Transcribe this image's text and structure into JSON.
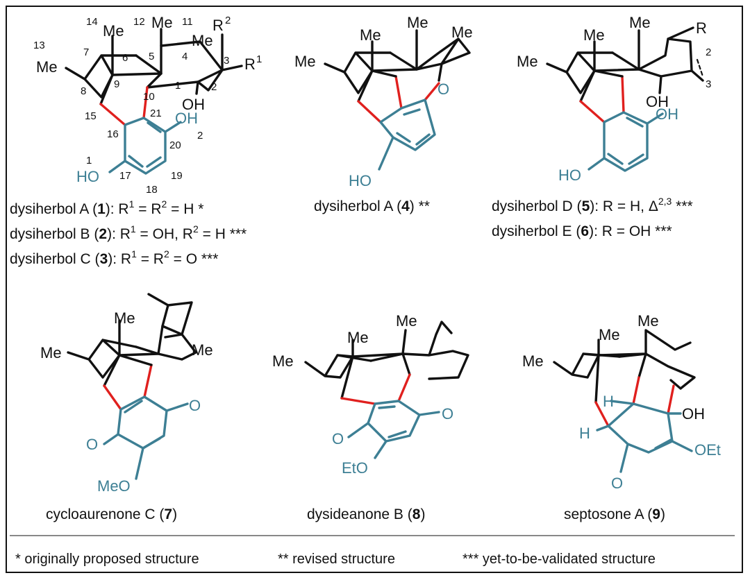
{
  "colors": {
    "bond": "#111111",
    "new_bond": "#e0201e",
    "aromatic_ring": "#3d7f94",
    "divider": "#888888"
  },
  "atoms": {
    "Me": "Me",
    "OH": "OH",
    "HO": "HO",
    "O": "O",
    "MeO": "MeO",
    "EtO": "EtO",
    "OEt": "OEt",
    "H": "H",
    "R": "R",
    "R1": "R",
    "R2": "R",
    "sup1": "1",
    "sup2": "2"
  },
  "numbering": [
    "14",
    "12",
    "11",
    "13",
    "7",
    "6",
    "5",
    "4",
    "3",
    "8",
    "9",
    "10",
    "1",
    "2",
    "15",
    "21",
    "16",
    "20",
    "2",
    "1",
    "17",
    "19",
    "18",
    "3",
    "2"
  ],
  "captions": {
    "c1": {
      "name": "dysiherbol A (",
      "num": "1",
      "rest": "): R",
      "eq": " = R",
      "val": " = H *"
    },
    "c2": {
      "name": "dysiherbol B (",
      "num": "2",
      "rest": "): R",
      "eq": " = OH, R",
      "val": " = H ***"
    },
    "c3": {
      "name": "dysiherbol C (",
      "num": "3",
      "rest": "): R",
      "eq": " = R",
      "val": " = O ***"
    },
    "c4": {
      "name": "dysiherbol A (",
      "num": "4",
      "rest": ") **"
    },
    "c5": {
      "name": "dysiherbol D (",
      "num": "5",
      "rest": "): R = H, Δ",
      "sup": "2,3",
      "tail": " ***"
    },
    "c6": {
      "name": "dysiherbol E (",
      "num": "6",
      "rest": "): R = OH ***"
    },
    "c7": {
      "name": "cycloaurenone C (",
      "num": "7",
      "rest": ")"
    },
    "c8": {
      "name": "dysideanone B (",
      "num": "8",
      "rest": ")"
    },
    "c9": {
      "name": "septosone A (",
      "num": "9",
      "rest": ")"
    }
  },
  "footnotes": [
    "* originally proposed structure",
    "** revised structure",
    "*** yet-to-be-validated structure"
  ]
}
